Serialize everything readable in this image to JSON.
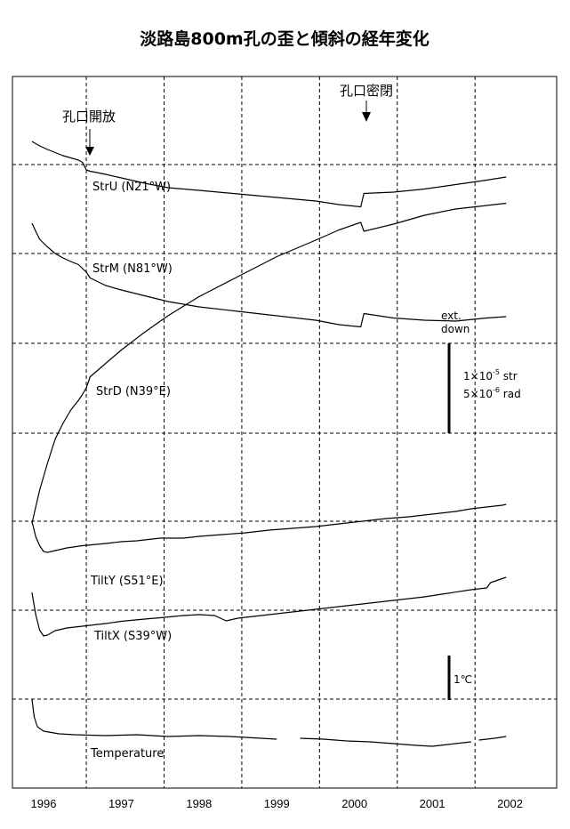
{
  "chart_data": {
    "type": "line",
    "title": "淡路島800m孔の歪と傾斜の経年変化",
    "x_tick_labels": [
      "1996",
      "1997",
      "1998",
      "1999",
      "2000",
      "2001",
      "2002"
    ],
    "xlim": [
      1995.6,
      2002.6
    ],
    "annotations": [
      {
        "text": "孔口開放",
        "x": 1996.55
      },
      {
        "text": "孔口密閉",
        "x": 2000.1
      }
    ],
    "scale_bar": {
      "direction_line1": "ext.",
      "direction_line2": "down",
      "strain": {
        "prefix": "1",
        "times": "×",
        "base": "10",
        "exp": "-5",
        "unit": " str"
      },
      "tilt": {
        "prefix": "5",
        "times": "×",
        "base": "10",
        "exp": "-6",
        "unit": " rad"
      },
      "temperature": "1℃"
    },
    "series": [
      {
        "name": "StrU (N21°W)",
        "points": [
          [
            1995.85,
            0.52
          ],
          [
            1995.95,
            0.42
          ],
          [
            1996.05,
            0.34
          ],
          [
            1996.15,
            0.27
          ],
          [
            1996.25,
            0.2
          ],
          [
            1996.35,
            0.15
          ],
          [
            1996.45,
            0.1
          ],
          [
            1996.5,
            0.05
          ],
          [
            1996.55,
            -0.12
          ],
          [
            1996.6,
            -0.15
          ],
          [
            1996.8,
            -0.22
          ],
          [
            1997.0,
            -0.3
          ],
          [
            1997.3,
            -0.42
          ],
          [
            1997.6,
            -0.52
          ],
          [
            1998.0,
            -0.58
          ],
          [
            1998.5,
            -0.66
          ],
          [
            1999.0,
            -0.74
          ],
          [
            1999.5,
            -0.82
          ],
          [
            1999.8,
            -0.9
          ],
          [
            2000.08,
            -0.95
          ],
          [
            2000.12,
            -0.65
          ],
          [
            2000.5,
            -0.62
          ],
          [
            2000.9,
            -0.55
          ],
          [
            2001.3,
            -0.45
          ],
          [
            2001.7,
            -0.35
          ],
          [
            2001.95,
            -0.28
          ]
        ]
      },
      {
        "name": "StrM (N81°W)",
        "points": [
          [
            1995.85,
            0.68
          ],
          [
            1995.9,
            0.5
          ],
          [
            1995.95,
            0.32
          ],
          [
            1996.05,
            0.15
          ],
          [
            1996.15,
            0.0
          ],
          [
            1996.25,
            -0.1
          ],
          [
            1996.35,
            -0.18
          ],
          [
            1996.45,
            -0.25
          ],
          [
            1996.55,
            -0.42
          ],
          [
            1996.6,
            -0.55
          ],
          [
            1996.8,
            -0.72
          ],
          [
            1997.0,
            -0.82
          ],
          [
            1997.3,
            -0.95
          ],
          [
            1997.6,
            -1.08
          ],
          [
            1998.0,
            -1.2
          ],
          [
            1998.5,
            -1.3
          ],
          [
            1999.0,
            -1.4
          ],
          [
            1999.5,
            -1.5
          ],
          [
            1999.8,
            -1.6
          ],
          [
            2000.08,
            -1.65
          ],
          [
            2000.12,
            -1.35
          ],
          [
            2000.5,
            -1.45
          ],
          [
            2000.9,
            -1.5
          ],
          [
            2001.3,
            -1.52
          ],
          [
            2001.7,
            -1.45
          ],
          [
            2001.95,
            -1.42
          ]
        ]
      },
      {
        "name": "StrD (N39°E)",
        "points": [
          [
            1995.85,
            -0.05
          ],
          [
            1995.95,
            0.7
          ],
          [
            1996.05,
            1.3
          ],
          [
            1996.15,
            1.85
          ],
          [
            1996.25,
            2.2
          ],
          [
            1996.35,
            2.5
          ],
          [
            1996.45,
            2.72
          ],
          [
            1996.5,
            2.85
          ],
          [
            1996.55,
            3.0
          ],
          [
            1996.6,
            3.25
          ],
          [
            1996.8,
            3.55
          ],
          [
            1997.0,
            3.85
          ],
          [
            1997.3,
            4.25
          ],
          [
            1997.6,
            4.62
          ],
          [
            1998.0,
            5.05
          ],
          [
            1998.5,
            5.5
          ],
          [
            1999.0,
            5.95
          ],
          [
            1999.5,
            6.32
          ],
          [
            1999.8,
            6.55
          ],
          [
            2000.08,
            6.72
          ],
          [
            2000.12,
            6.52
          ],
          [
            2000.5,
            6.68
          ],
          [
            2000.9,
            6.88
          ],
          [
            2001.3,
            7.02
          ],
          [
            2001.7,
            7.1
          ],
          [
            2001.95,
            7.15
          ]
        ]
      },
      {
        "name": "TiltY (S51°E)",
        "points": [
          [
            1995.85,
            0.0
          ],
          [
            1995.9,
            -0.35
          ],
          [
            1995.95,
            -0.55
          ],
          [
            1996.0,
            -0.68
          ],
          [
            1996.05,
            -0.7
          ],
          [
            1996.15,
            -0.66
          ],
          [
            1996.3,
            -0.6
          ],
          [
            1996.5,
            -0.55
          ],
          [
            1996.8,
            -0.5
          ],
          [
            1997.0,
            -0.46
          ],
          [
            1997.2,
            -0.44
          ],
          [
            1997.5,
            -0.38
          ],
          [
            1997.8,
            -0.38
          ],
          [
            1998.0,
            -0.34
          ],
          [
            1998.3,
            -0.3
          ],
          [
            1998.6,
            -0.26
          ],
          [
            1998.9,
            -0.2
          ],
          [
            1999.2,
            -0.16
          ],
          [
            1999.5,
            -0.12
          ],
          [
            1999.8,
            -0.06
          ],
          [
            2000.1,
            0.0
          ],
          [
            2000.4,
            0.06
          ],
          [
            2000.7,
            0.1
          ],
          [
            2001.0,
            0.16
          ],
          [
            2001.3,
            0.22
          ],
          [
            2001.5,
            0.28
          ],
          [
            2001.7,
            0.32
          ],
          [
            2001.8,
            0.34
          ],
          [
            2001.9,
            0.36
          ],
          [
            2001.95,
            0.38
          ]
        ]
      },
      {
        "name": "TiltX (S39°W)",
        "points": [
          [
            1995.85,
            0.4
          ],
          [
            1995.9,
            -0.1
          ],
          [
            1995.95,
            -0.45
          ],
          [
            1996.0,
            -0.58
          ],
          [
            1996.05,
            -0.56
          ],
          [
            1996.15,
            -0.46
          ],
          [
            1996.3,
            -0.4
          ],
          [
            1996.6,
            -0.34
          ],
          [
            1996.8,
            -0.3
          ],
          [
            1997.0,
            -0.25
          ],
          [
            1997.3,
            -0.2
          ],
          [
            1997.5,
            -0.17
          ],
          [
            1997.8,
            -0.12
          ],
          [
            1998.0,
            -0.1
          ],
          [
            1998.2,
            -0.12
          ],
          [
            1998.35,
            -0.24
          ],
          [
            1998.5,
            -0.18
          ],
          [
            1998.8,
            -0.12
          ],
          [
            1999.1,
            -0.06
          ],
          [
            1999.4,
            0.0
          ],
          [
            1999.7,
            0.06
          ],
          [
            2000.0,
            0.12
          ],
          [
            2000.3,
            0.18
          ],
          [
            2000.6,
            0.24
          ],
          [
            2000.9,
            0.3
          ],
          [
            2001.2,
            0.38
          ],
          [
            2001.5,
            0.46
          ],
          [
            2001.7,
            0.5
          ],
          [
            2001.75,
            0.62
          ],
          [
            2001.85,
            0.68
          ],
          [
            2001.95,
            0.74
          ]
        ]
      },
      {
        "name": "Temperature",
        "points": [
          [
            1995.85,
            0.0
          ],
          [
            1995.88,
            -0.4
          ],
          [
            1995.92,
            -0.62
          ],
          [
            1996.0,
            -0.72
          ],
          [
            1996.2,
            -0.78
          ],
          [
            1996.4,
            -0.8
          ],
          [
            1996.8,
            -0.82
          ],
          [
            1997.2,
            -0.8
          ],
          [
            1997.6,
            -0.84
          ],
          [
            1998.0,
            -0.82
          ],
          [
            1998.4,
            -0.84
          ],
          [
            1998.8,
            -0.88
          ],
          [
            1999.0,
            -0.9
          ],
          [
            null,
            null
          ],
          [
            1999.3,
            -0.88
          ],
          [
            1999.6,
            -0.9
          ],
          [
            1999.9,
            -0.94
          ],
          [
            2000.2,
            -0.96
          ],
          [
            2000.5,
            -1.0
          ],
          [
            2000.8,
            -1.04
          ],
          [
            2001.0,
            -1.06
          ],
          [
            2001.2,
            -1.02
          ],
          [
            2001.4,
            -0.98
          ],
          [
            2001.5,
            -0.96
          ],
          [
            null,
            null
          ],
          [
            2001.6,
            -0.92
          ],
          [
            2001.8,
            -0.88
          ],
          [
            2001.95,
            -0.84
          ]
        ]
      }
    ]
  }
}
